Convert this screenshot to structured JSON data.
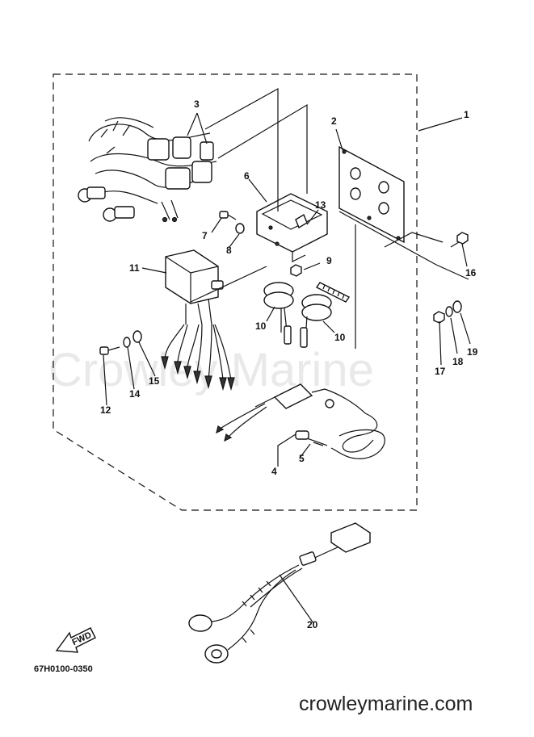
{
  "diagram": {
    "part_code": "67H0100-0350",
    "watermark": "Crowley Marine",
    "site": "crowleymarine.com",
    "fwd_label": "FWD",
    "callouts": [
      "1",
      "2",
      "3",
      "4",
      "5",
      "6",
      "7",
      "8",
      "9",
      "10",
      "10",
      "11",
      "12",
      "13",
      "14",
      "15",
      "16",
      "17",
      "18",
      "19",
      "20"
    ]
  }
}
